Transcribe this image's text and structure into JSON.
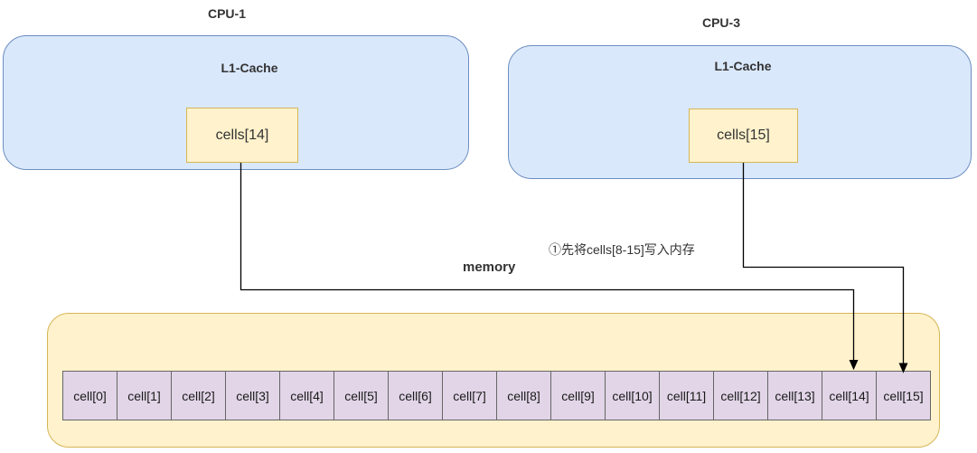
{
  "cpu1": {
    "title": "CPU-1",
    "cache_label": "L1-Cache",
    "cache_cell": "cells[14]"
  },
  "cpu3": {
    "title": "CPU-3",
    "cache_label": "L1-Cache",
    "cache_cell": "cells[15]"
  },
  "memory": {
    "label": "memory",
    "cells": [
      "cell[0]",
      "cell[1]",
      "cell[2]",
      "cell[3]",
      "cell[4]",
      "cell[5]",
      "cell[6]",
      "cell[7]",
      "cell[8]",
      "cell[9]",
      "cell[10]",
      "cell[11]",
      "cell[12]",
      "cell[13]",
      "cell[14]",
      "cell[15]"
    ]
  },
  "annotation": "①先将cells[8-15]写入内存",
  "arrows": [
    {
      "from": "CPU-1 cells[14]",
      "to": "memory cell[14]"
    },
    {
      "from": "CPU-3 cells[15]",
      "to": "memory cell[15]"
    }
  ],
  "colors": {
    "cpu_box_fill": "#dae8fc",
    "cpu_box_border": "#6c8ebf",
    "cache_cell_fill": "#fff2cc",
    "cache_cell_border": "#d6b656",
    "memory_box_fill": "#fff2cc",
    "memory_box_border": "#d6b656",
    "memory_cell_fill": "#e1d5e7",
    "memory_cell_border": "#666666",
    "arrow_color": "#000000",
    "text_color": "#333333"
  }
}
